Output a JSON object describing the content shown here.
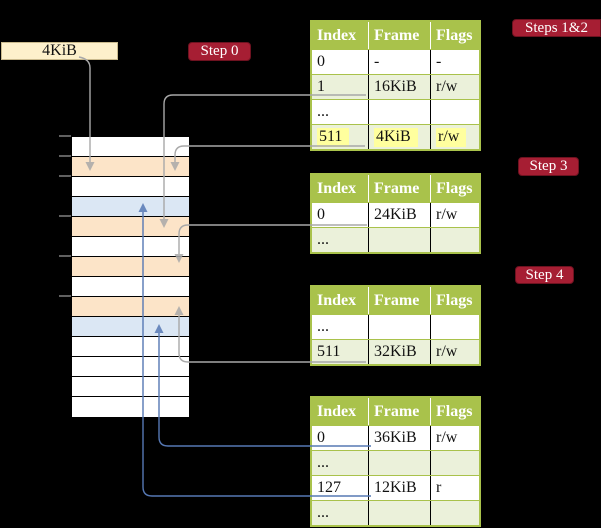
{
  "frame_box": {
    "label": "4KiB"
  },
  "steps": {
    "step0": "Step 0",
    "steps12": "Steps 1&2",
    "step3": "Step 3",
    "step4": "Step 4"
  },
  "tables": [
    {
      "name": "page-table-steps-1-2",
      "headers": [
        "Index",
        "Frame",
        "Flags"
      ],
      "rows": [
        [
          "0",
          "-",
          "-"
        ],
        [
          "1",
          "16KiB",
          "r/w"
        ],
        [
          "...",
          "",
          ""
        ],
        [
          "511",
          "4KiB",
          "r/w"
        ]
      ],
      "highlight_row": 3
    },
    {
      "name": "page-table-step-3",
      "headers": [
        "Index",
        "Frame",
        "Flags"
      ],
      "rows": [
        [
          "0",
          "24KiB",
          "r/w"
        ],
        [
          "...",
          "",
          ""
        ]
      ],
      "highlight_row": -1
    },
    {
      "name": "page-table-step-4",
      "headers": [
        "Index",
        "Frame",
        "Flags"
      ],
      "rows": [
        [
          "...",
          "",
          ""
        ],
        [
          "511",
          "32KiB",
          "r/w"
        ]
      ],
      "highlight_row": -1
    },
    {
      "name": "page-table-final",
      "headers": [
        "Index",
        "Frame",
        "Flags"
      ],
      "rows": [
        [
          "0",
          "36KiB",
          "r/w"
        ],
        [
          "...",
          "",
          ""
        ],
        [
          "127",
          "12KiB",
          "r"
        ],
        [
          "...",
          "",
          ""
        ]
      ],
      "highlight_row": -1
    }
  ],
  "memory": {
    "rows": [
      "white",
      "peach",
      "white",
      "blue",
      "peach",
      "white",
      "peach",
      "white",
      "peach",
      "blue",
      "white",
      "white",
      "white",
      "white"
    ]
  },
  "colors": {
    "background": "#000000",
    "table_green": "#a9c24b",
    "row_green": "#ebf1da",
    "peach": "#fce4c8",
    "light_blue": "#dbe7f4",
    "cream": "#fdf0cb",
    "label_red": "#a61e33",
    "label_red_border": "#6e1220",
    "yellow_highlight": "#ffff9e",
    "gray_arrow": "#a8a8a8",
    "blue_arrow": "#5678b4",
    "tick_gray": "#8a8a8a"
  }
}
